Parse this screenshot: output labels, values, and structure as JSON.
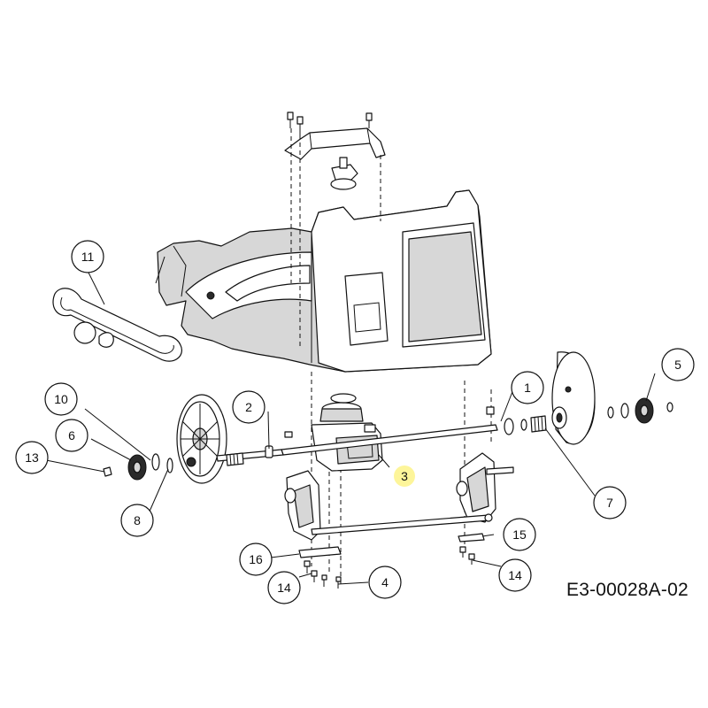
{
  "drawing_id": "E3-00028A-02",
  "highlight_color": "#fdf59a",
  "callouts": [
    {
      "id": "c1",
      "label": "1"
    },
    {
      "id": "c2",
      "label": "2"
    },
    {
      "id": "c3",
      "label": "3",
      "highlighted": true
    },
    {
      "id": "c4",
      "label": "4"
    },
    {
      "id": "c5",
      "label": "5"
    },
    {
      "id": "c6",
      "label": "6"
    },
    {
      "id": "c7",
      "label": "7"
    },
    {
      "id": "c8",
      "label": "8"
    },
    {
      "id": "c10",
      "label": "10"
    },
    {
      "id": "c11",
      "label": "11"
    },
    {
      "id": "c13",
      "label": "13"
    },
    {
      "id": "c14a",
      "label": "14"
    },
    {
      "id": "c14b",
      "label": "14"
    },
    {
      "id": "c15",
      "label": "15"
    },
    {
      "id": "c16",
      "label": "16"
    }
  ]
}
